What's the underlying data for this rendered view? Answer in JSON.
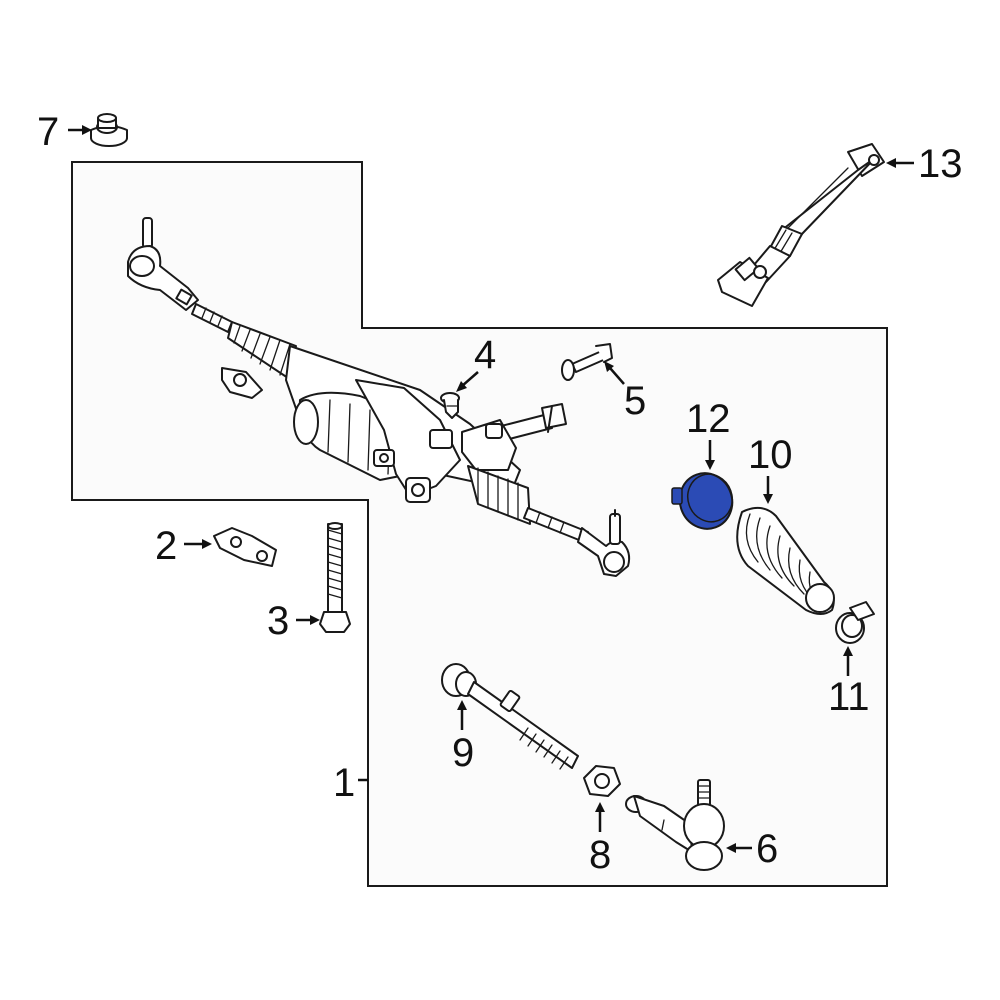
{
  "diagram": {
    "callouts": {
      "c1": "1",
      "c2": "2",
      "c3": "3",
      "c4": "4",
      "c5": "5",
      "c6": "6",
      "c7": "7",
      "c8": "8",
      "c9": "9",
      "c10": "10",
      "c11": "11",
      "c12": "12",
      "c13": "13"
    },
    "highlight_color": "#2b4bb5",
    "highlighted_part": "12"
  }
}
